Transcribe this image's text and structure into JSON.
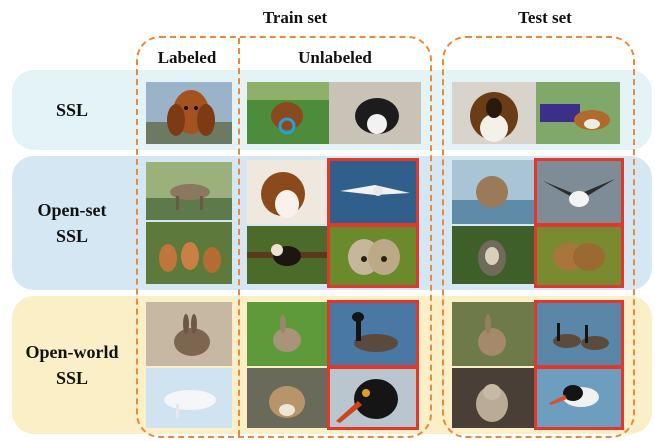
{
  "headers": {
    "train_set": "Train set",
    "test_set": "Test set",
    "labeled": "Labeled",
    "unlabeled": "Unlabeled"
  },
  "rows": [
    {
      "label_line1": "SSL",
      "label_line2": "",
      "color": "#e3f3f6"
    },
    {
      "label_line1": "Open-set",
      "label_line2": "SSL",
      "color": "#d6e7f4"
    },
    {
      "label_line1": "Open-world",
      "label_line2": "SSL",
      "color": "#fbefc8"
    }
  ],
  "colors": {
    "dashed_border": "#ec8a3c",
    "highlight_border": "#e0382c"
  }
}
